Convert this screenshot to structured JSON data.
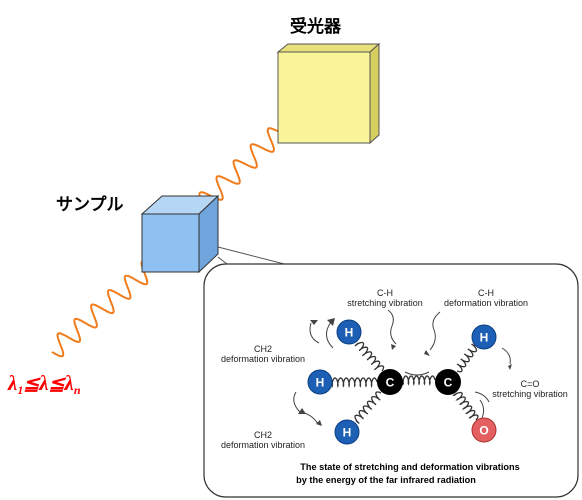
{
  "labels": {
    "detector": "受光器",
    "sample": "サンプル",
    "wavelength_range": {
      "lambda": "λ",
      "sub1": "1",
      "leq": "≦",
      "subn": "n"
    }
  },
  "vibration_labels": {
    "ch_stretch_line1": "C-H",
    "ch_stretch_line2": "stretching vibration",
    "ch_deform_top_line1": "C-H",
    "ch_deform_top_line2": "deformation vibration",
    "ch2_deform_upper_line1": "CH2",
    "ch2_deform_upper_line2": "deformation vibration",
    "ch2_deform_lower_line1": "CH2",
    "ch2_deform_lower_line2": "deformation vibration",
    "co_stretch_line1": "C=O",
    "co_stretch_line2": "stretching vibration"
  },
  "atoms": {
    "h": "H",
    "c": "C",
    "o": "O"
  },
  "caption": {
    "line1": "The state of stretching and deformation vibrations",
    "line2": "by the energy of the far infrared radiation"
  },
  "colors": {
    "wave": "#f07c1c",
    "detector_face": "#fbf59a",
    "sample_face": "#8fc0f2",
    "hydrogen": "#1d5fb4",
    "carbon": "#000000",
    "oxygen": "#e46060",
    "wavelength_text": "#ff0000"
  }
}
